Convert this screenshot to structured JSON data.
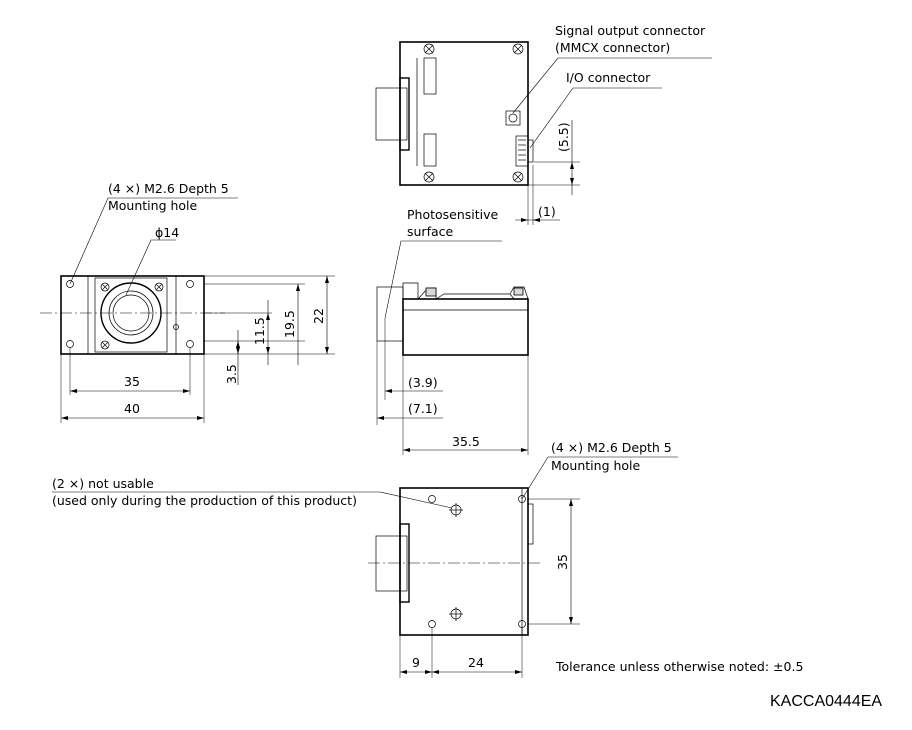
{
  "labels": {
    "signal_connector_line1": "Signal output connector",
    "signal_connector_line2": "(MMCX connector)",
    "io_connector": "I/O connector",
    "dim_5_5": "(5.5)",
    "dim_1": "(1)",
    "front_mount_line1": "(4 ×) M2.6 Depth 5",
    "front_mount_line2": "Mounting hole",
    "phi14": "ϕ14",
    "photosensitive_line1": "Photosensitive",
    "photosensitive_line2": "surface",
    "dim_35_front": "35",
    "dim_40": "40",
    "dim_3_5": "3.5",
    "dim_11_5": "11.5",
    "dim_19_5": "19.5",
    "dim_22": "22",
    "dim_3_9": "(3.9)",
    "dim_7_1": "(7.1)",
    "dim_35_5": "35.5",
    "bottom_mount_line1": "(4 ×) M2.6 Depth 5",
    "bottom_mount_line2": "Mounting hole",
    "not_usable_line1": "(2 ×) not usable",
    "not_usable_line2": "(used only during the production of this product)",
    "dim_35_bottom": "35",
    "dim_9": "9",
    "dim_24": "24",
    "tolerance": "Tolerance unless otherwise noted: ±0.5",
    "drawing_code": "KACCA0444EA"
  }
}
